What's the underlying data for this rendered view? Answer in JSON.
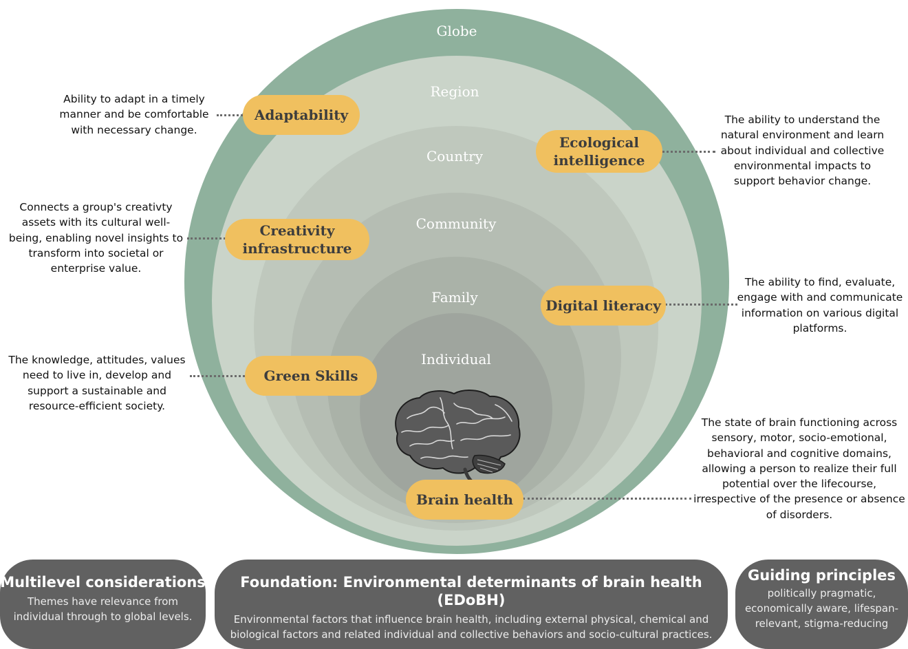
{
  "levels": {
    "globe": "Globe",
    "region": "Region",
    "country": "Country",
    "community": "Community",
    "family": "Family",
    "individual": "Individual"
  },
  "colors": {
    "globe": "#8fb19d",
    "region": "#cad4c9",
    "country": "#bfc8bd",
    "community": "#b5bdb3",
    "family": "#aab2a8",
    "individual": "#9fa59e",
    "pill": "#f0c05f",
    "box": "#616161"
  },
  "themes": {
    "adaptability": {
      "label": "Adaptability",
      "description": "Ability to adapt in a timely\nmanner and be comfortable\nwith necessary change."
    },
    "ecological": {
      "label": "Ecological\nintelligence",
      "description": "The ability to understand the\nnatural environment and learn\nabout individual and collective\nenvironmental impacts to\nsupport behavior change."
    },
    "creativity": {
      "label": "Creativity\ninfrastructure",
      "description": "Connects a group's creativty\nassets with its cultural well-\nbeing, enabling novel insights to\ntransform into societal or\nenterprise value."
    },
    "digital": {
      "label": "Digital literacy",
      "description": "The ability to find, evaluate,\nengage with and communicate\ninformation on various digital\nplatforms."
    },
    "green": {
      "label": "Green Skills",
      "description": "The knowledge, attitudes, values\nneed to live in, develop and\nsupport a sustainable and\nresource-efficient society."
    },
    "brain": {
      "label": "Brain health",
      "description": "The state of brain functioning across\nsensory, motor, socio-emotional,\nbehavioral and cognitive domains,\nallowing a person to realize their full\npotential over the lifecourse,\nirrespective of the presence or absence\nof disorders."
    }
  },
  "boxes": {
    "multilevel": {
      "title": "Multilevel considerations",
      "text": "Themes have relevance from\nindividual through to global levels."
    },
    "foundation": {
      "title": "Foundation: Environmental determinants of brain health (EDoBH)",
      "text": "Environmental factors that influence brain health, including external physical, chemical and\nbiological factors and related individual and collective behaviors and socio-cultural practices."
    },
    "guiding": {
      "title": "Guiding principles",
      "text": "politically pragmatic,\neconomically aware, lifespan-\nrelevant, stigma-reducing"
    }
  },
  "icons": {
    "brain": "brain-icon"
  }
}
